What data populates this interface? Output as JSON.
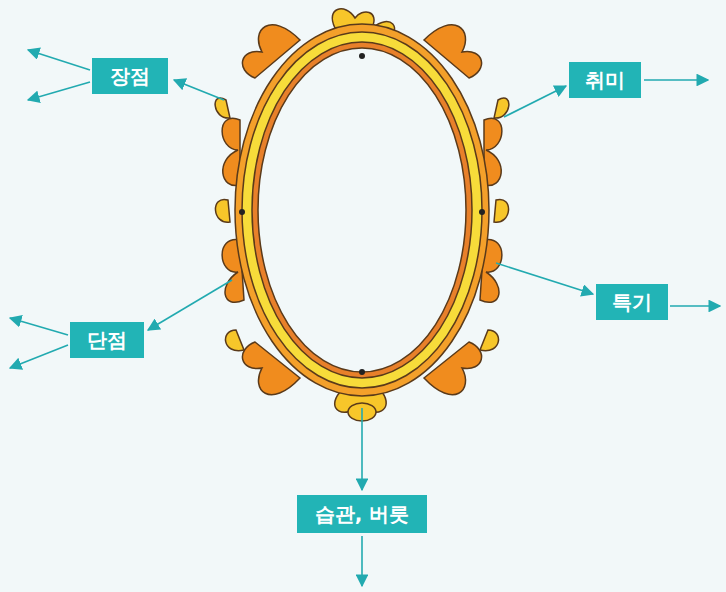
{
  "diagram": {
    "nodes": [
      {
        "text": [
          "장점"
        ]
      },
      {
        "text": [
          "취미"
        ]
      },
      {
        "text": [
          "특기"
        ]
      },
      {
        "text": [
          "단점"
        ]
      },
      {
        "text": [
          "습관, 버릇"
        ]
      }
    ]
  }
}
